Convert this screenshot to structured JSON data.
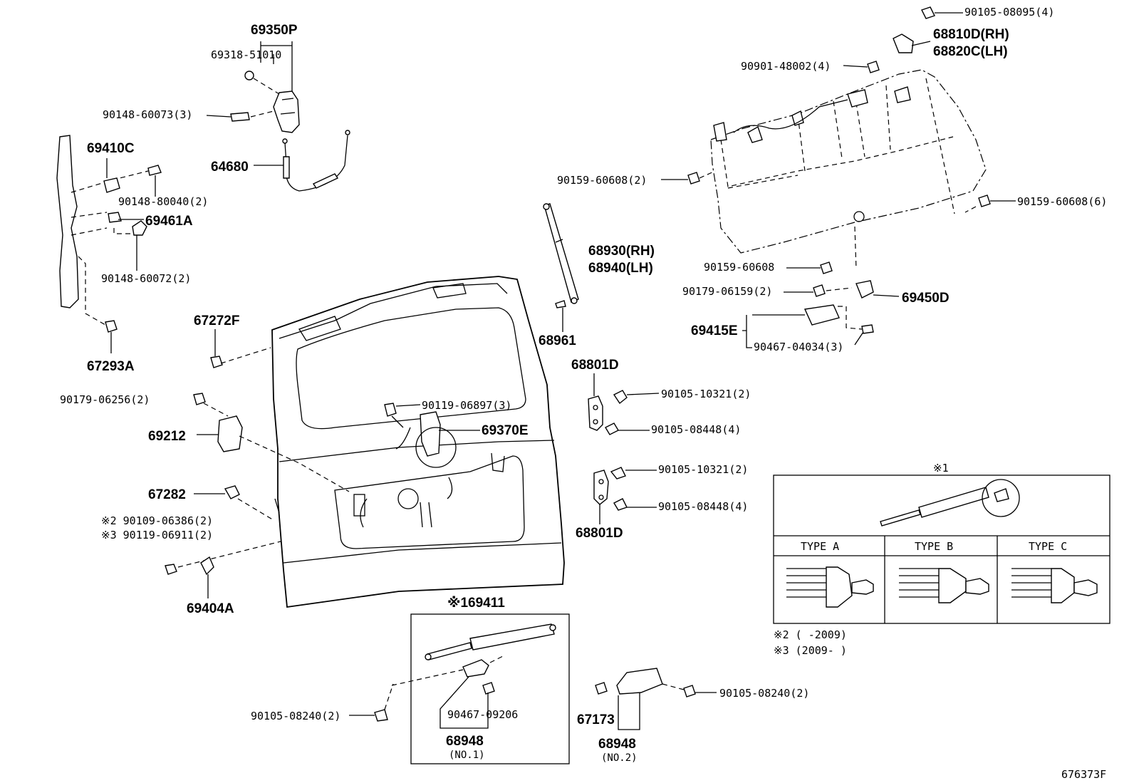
{
  "diagram_id": "676373F",
  "labels": {
    "l_69350P": "69350P",
    "l_69318": "69318-51010",
    "l_90148_60073": "90148-60073(3)",
    "l_64680": "64680",
    "l_69410C": "69410C",
    "l_90148_80040": "90148-80040(2)",
    "l_69461A": "69461A",
    "l_90148_60072": "90148-60072(2)",
    "l_67293A": "67293A",
    "l_67272F": "67272F",
    "l_90179_06256": "90179-06256(2)",
    "l_69212": "69212",
    "l_67282": "67282",
    "l_note2_bolt": "※2 90109-06386(2)",
    "l_note3_bolt": "※3 90119-06911(2)",
    "l_69404A": "69404A",
    "l_90119_06897": "90119-06897(3)",
    "l_69370E": "69370E",
    "l_68930": "68930(RH)",
    "l_68940": "68940(LH)",
    "l_68961": "68961",
    "l_68801D_top": "68801D",
    "l_90105_10321_a": "90105-10321(2)",
    "l_90105_08448_a": "90105-08448(4)",
    "l_90105_10321_b": "90105-10321(2)",
    "l_90105_08448_b": "90105-08448(4)",
    "l_68801D_bot": "68801D",
    "l_90105_08095": "90105-08095(4)",
    "l_68810D": "68810D(RH)",
    "l_68820C": "68820C(LH)",
    "l_90901_48002": "90901-48002(4)",
    "l_90159_60608_2": "90159-60608(2)",
    "l_90159_60608_6": "90159-60608(6)",
    "l_90159_60608": "90159-60608",
    "l_90179_06159": "90179-06159(2)",
    "l_69450D": "69450D",
    "l_69415E": "69415E",
    "l_90467_04034": "90467-04034(3)",
    "l_69411": "※169411",
    "l_90105_08240_a": "90105-08240(2)",
    "l_90467_09206": "90467-09206",
    "l_68948_a": "68948",
    "l_no1": "(NO.1)",
    "l_67173": "67173",
    "l_90105_08240_b": "90105-08240(2)",
    "l_68948_b": "68948",
    "l_no2": "(NO.2)"
  },
  "inset": {
    "title": "※1",
    "types": [
      "TYPE  A",
      "TYPE  B",
      "TYPE  C"
    ]
  },
  "notes": {
    "note2": "※2 (      -2009)",
    "note3": "※3 (2009-      )"
  }
}
